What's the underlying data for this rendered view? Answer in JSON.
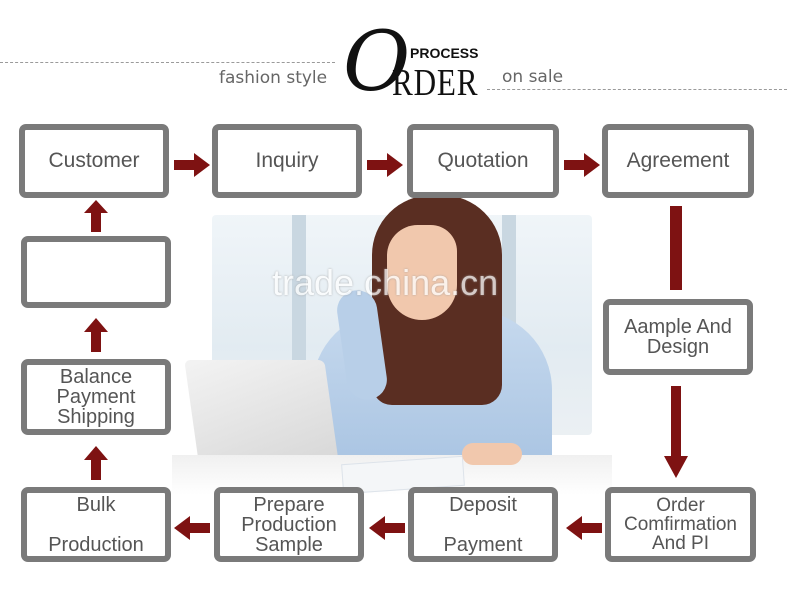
{
  "header": {
    "left_text": "fashion style",
    "right_text": "on sale",
    "title_initial": "O",
    "title_rest": "RDER",
    "process_label": "PROCESS"
  },
  "watermark": "trade.china.cn",
  "steps": {
    "customer": "Customer",
    "inquiry": "Inquiry",
    "quotation": "Quotation",
    "agreement": "Agreement",
    "sample_design": "Aample And\nDesign",
    "order_confirmation": "Order\nComfirmation\nAnd PI",
    "deposit_payment": "Deposit\n\nPayment",
    "prepare_sample": "Prepare\nProduction\nSample",
    "bulk_production": "Bulk\n\nProduction",
    "balance_payment": "Balance\nPayment\nShipping",
    "blank": ""
  },
  "colors": {
    "arrow": "#7e1212",
    "box_border": "#7a7a7a",
    "box_text": "#555555"
  }
}
